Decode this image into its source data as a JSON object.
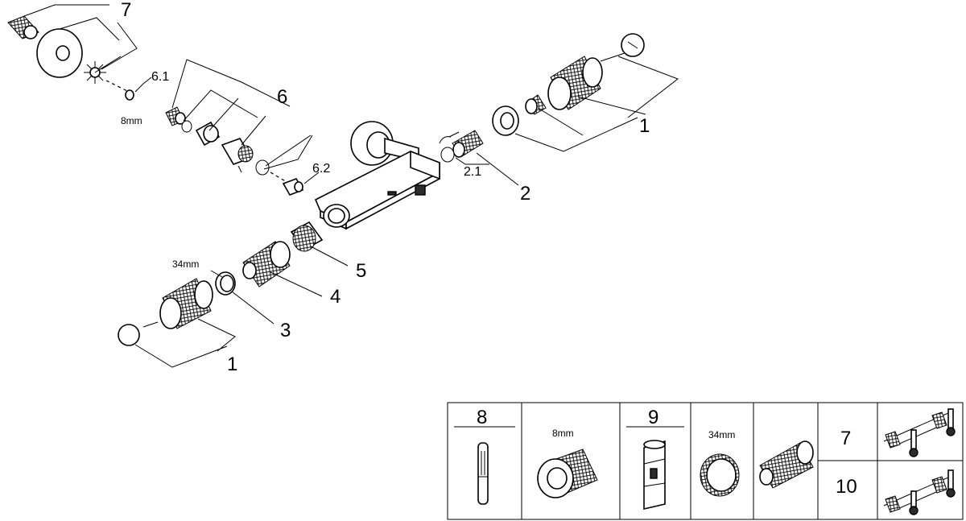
{
  "diagram": {
    "callouts": {
      "c7": "7",
      "c6_1": "6.1",
      "c6": "6",
      "c6_2": "6.2",
      "c1_right": "1",
      "c2_1": "2.1",
      "c2": "2",
      "c5": "5",
      "c4": "4",
      "c3": "3",
      "c1_left": "1"
    },
    "dimensions": {
      "d8mm": "8mm",
      "d34mm": "34mm"
    }
  },
  "table": {
    "h8": "8",
    "h9": "9",
    "d8mm": "8mm",
    "d34mm": "34mm",
    "v7": "7",
    "v10": "10"
  }
}
